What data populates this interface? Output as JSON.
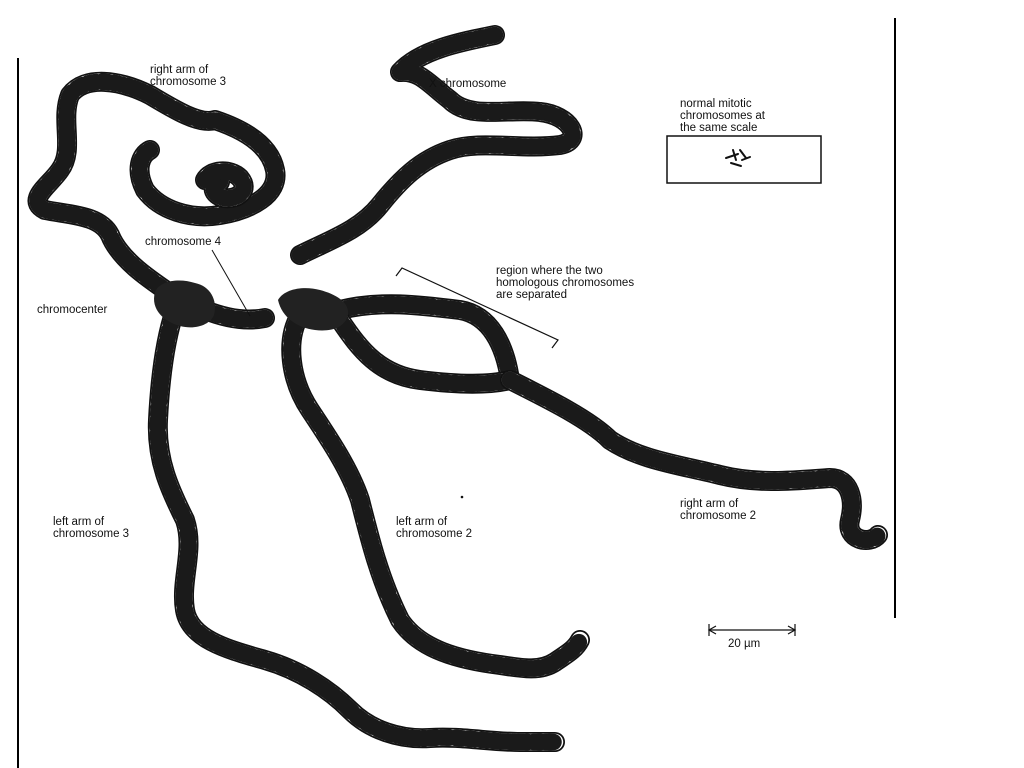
{
  "labels": {
    "right_arm_3": "right arm of\nchromosome 3",
    "x_chromosome": "X chromosome",
    "normal_mitotic": "normal mitotic\nchromosomes at\nthe same scale",
    "chromosome_4": "chromosome 4",
    "region": "region where the two\nhomologous chromosomes\nare separated",
    "chromocenter": "chromocenter",
    "left_arm_3": "left arm of\nchromosome 3",
    "left_arm_2": "left arm of\nchromosome 2",
    "right_arm_2": "right arm of\nchromosome 2",
    "scale_bar": "20 µm"
  },
  "colors": {
    "ink": "#111111",
    "band": "#1a1a1a",
    "chromocenter": "#222222"
  }
}
